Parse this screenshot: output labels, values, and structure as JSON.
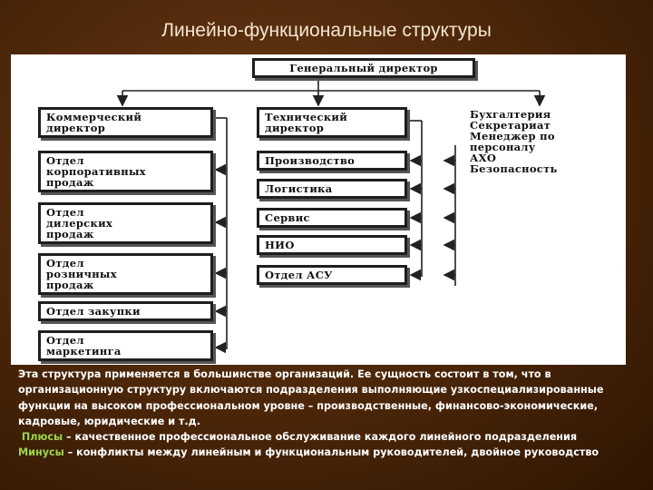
{
  "title": "Линейно-функциональные структуры",
  "diagram": {
    "top": "Генеральный директор",
    "left": [
      "Коммерческий\nдиректор",
      "Отдел\nкорпоративных\nпродаж",
      "Отдел\nдилерских\nпродаж",
      "Отдел\nрозничных\nпродаж",
      "Отдел закупки",
      "Отдел\nмаркетинга"
    ],
    "center": [
      "Технический\nдиректор",
      "Производство",
      "Логистика",
      "Сервис",
      "НИО",
      "Отдел АСУ"
    ],
    "right": "Бухгалтерия\nСекретариат\nМенеджер по\nперсоналу\nАХО\nБезопасность"
  },
  "text": {
    "intro": "Эта структура применяется в большинстве организаций. Ее сущность состоит в том, что в организационную структуру включаются подразделения выполняющие узкоспециализированные функции на высоком профессиональном уровне – производственные, финансово-экономические, кадровые, юридические и т.д.",
    "plus_label": "Плюсы",
    "plus_text": " – качественное профессиональное обслуживание каждого линейного подразделения",
    "minus_label": "Минусы",
    "minus_text": " – конфликты между линейным и функциональным руководителей, двойное руководство"
  }
}
